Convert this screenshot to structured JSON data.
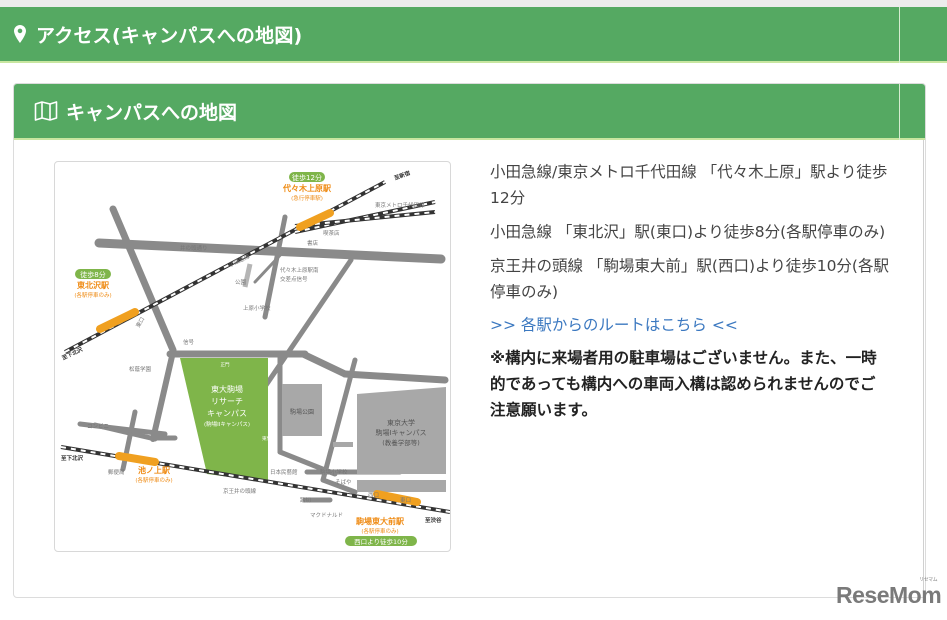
{
  "section": {
    "title": "アクセス(キャンパスへの地図)",
    "icon": "map-marker-icon"
  },
  "panel": {
    "title": "キャンパスへの地図",
    "icon": "map-icon"
  },
  "access_info": {
    "lines": [
      "小田急線/東京メトロ千代田線 「代々木上原」駅より徒歩12分",
      "小田急線 「東北沢」駅(東口)より徒歩8分(各駅停車のみ)",
      "京王井の頭線 「駒場東大前」駅(西口)より徒歩10分(各駅停車のみ)"
    ],
    "route_link": ">> 各駅からのルートはこちら <<",
    "notice": "※構内に来場者用の駐車場はございません。また、一時的であっても構内への車両入構は認められませんのでご注意願います。"
  },
  "map": {
    "stations": {
      "yoyogi_uehara": {
        "walk": "徒歩12分",
        "name": "代々木上原駅",
        "note": "(急行停車駅)"
      },
      "higashi_kitazawa": {
        "walk": "徒歩8分",
        "name": "東北沢駅",
        "note": "(各駅停車のみ)"
      },
      "ikenoue": {
        "name": "池ノ上駅",
        "note": "(各駅停車のみ)"
      },
      "komaba_todaimae": {
        "name": "駒場東大前駅",
        "note": "(各駅停車のみ)",
        "walk": "西口より徒歩10分"
      }
    },
    "labels": {
      "to_shinjuku": "至新宿",
      "metro_chiyoda": "東京メトロ千代田線",
      "bookstore_cafe": "喫茶店",
      "bookstore": "書店",
      "inokashira_dori": "井の頭通り",
      "odakyu_line": "小田急線",
      "park_small": "公園",
      "yoyogi_uehara_south": "代々木上原駅南",
      "intersection_signal": "交差点信号",
      "uehara_elementary": "上原小学校",
      "to_shimokitazawa_1": "至下北沢",
      "east_exit": "東口",
      "signal": "信号",
      "shoei_gakuen": "松蔭学園",
      "main_gate": "正門",
      "research_campus_1": "東大駒場",
      "research_campus_2": "リサーチ",
      "research_campus_3": "キャンパス",
      "research_campus_4": "(駒場IIキャンパス)",
      "east_gate": "東門",
      "komaba_park": "駒場公園",
      "todai_1": "東京大学",
      "todai_2": "駒場Iキャンパス",
      "todai_3": "(教養学部等)",
      "convenience": "コンビニ",
      "post_office": "郵便局",
      "to_shimokitazawa_2": "至下北沢",
      "keio_inokashira": "京王井の頭線",
      "mingeikan": "日本民藝館",
      "komaba_elementary": "駒場小学校",
      "soba": "そばや",
      "crossing": "踏切",
      "west_exit": "西口",
      "east_exit_2": "東口",
      "mcdonalds": "マクドナルド",
      "to_shibuya": "至渋谷"
    }
  },
  "watermark": {
    "brand": "ReseMom",
    "kana": "リセマム"
  }
}
